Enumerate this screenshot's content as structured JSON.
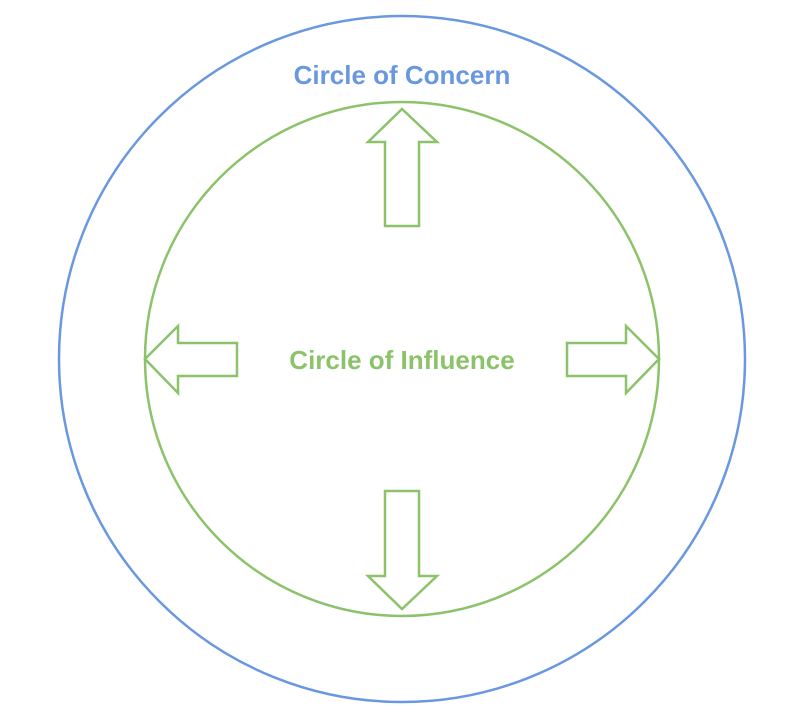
{
  "diagram": {
    "outer_circle": {
      "label": "Circle of Concern",
      "color": "#6a98e0"
    },
    "inner_circle": {
      "label": "Circle of Influence",
      "color": "#8cc26a"
    },
    "arrows": [
      "up",
      "down",
      "left",
      "right"
    ]
  }
}
